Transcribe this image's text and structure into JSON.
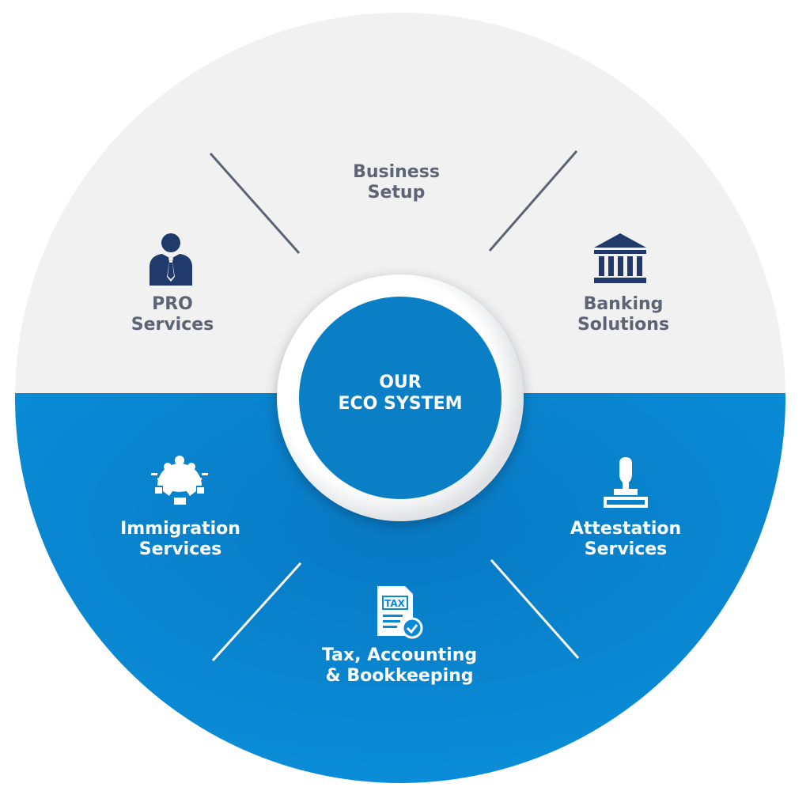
{
  "center": {
    "line1": "OUR",
    "line2": "ECO SYSTEM"
  },
  "segments": [
    {
      "id": "business-setup",
      "line1": "Business",
      "line2": "Setup",
      "icon": "none"
    },
    {
      "id": "banking-solutions",
      "line1": "Banking",
      "line2": "Solutions",
      "icon": "bank-icon"
    },
    {
      "id": "attestation-services",
      "line1": "Attestation",
      "line2": "Services",
      "icon": "stamp-icon"
    },
    {
      "id": "tax-accounting",
      "line1": "Tax, Accounting",
      "line2": "& Bookkeeping",
      "icon": "tax-document-icon"
    },
    {
      "id": "immigration-services",
      "line1": "Immigration",
      "line2": "Services",
      "icon": "people-gear-icon"
    },
    {
      "id": "pro-services",
      "line1": "PRO",
      "line2": "Services",
      "icon": "businessman-icon"
    }
  ],
  "colors": {
    "top_half": "#f1f1f2",
    "bottom_half": "#0a8ad4",
    "center_circle": "#0b7fc6",
    "ring": "#f7f7f7",
    "dark_text": "#5d6574",
    "navy_icon": "#1f3a6b"
  }
}
